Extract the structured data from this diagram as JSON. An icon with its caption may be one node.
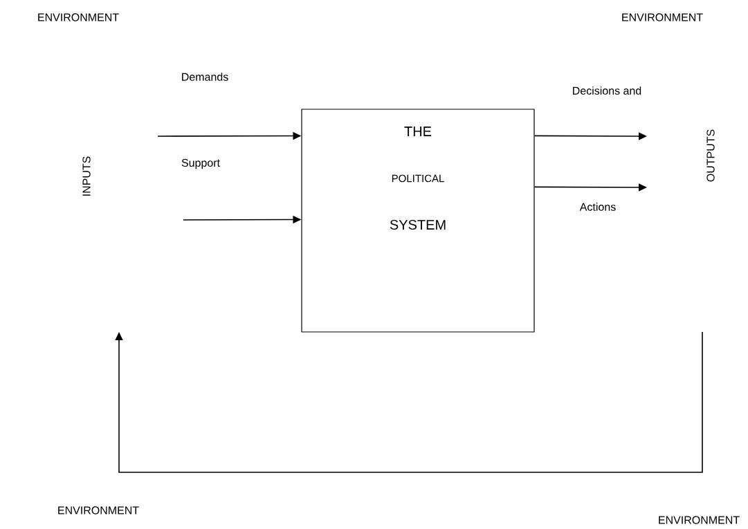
{
  "diagram": {
    "nodes": [
      {
        "text": [
          "INPUTS"
        ]
      },
      {
        "text": [
          "THE",
          "POLITICAL",
          "SYSTEM"
        ]
      },
      {
        "text": [
          "OUTPUTS"
        ]
      }
    ],
    "edges": [
      {
        "from": null,
        "to": 1,
        "arrow": "to"
      },
      {
        "from": null,
        "to": 1,
        "arrow": "to"
      },
      {
        "from": 1,
        "to": null,
        "arrow": "to"
      },
      {
        "from": 1,
        "to": null,
        "arrow": "to"
      }
    ],
    "labels": [
      "ENVIRONMENT",
      "ENVIRONMENT",
      "Demands",
      "Decisions and",
      "Support",
      "Actions",
      "ENVIRONMENT",
      "ENVIRONMENT"
    ]
  }
}
